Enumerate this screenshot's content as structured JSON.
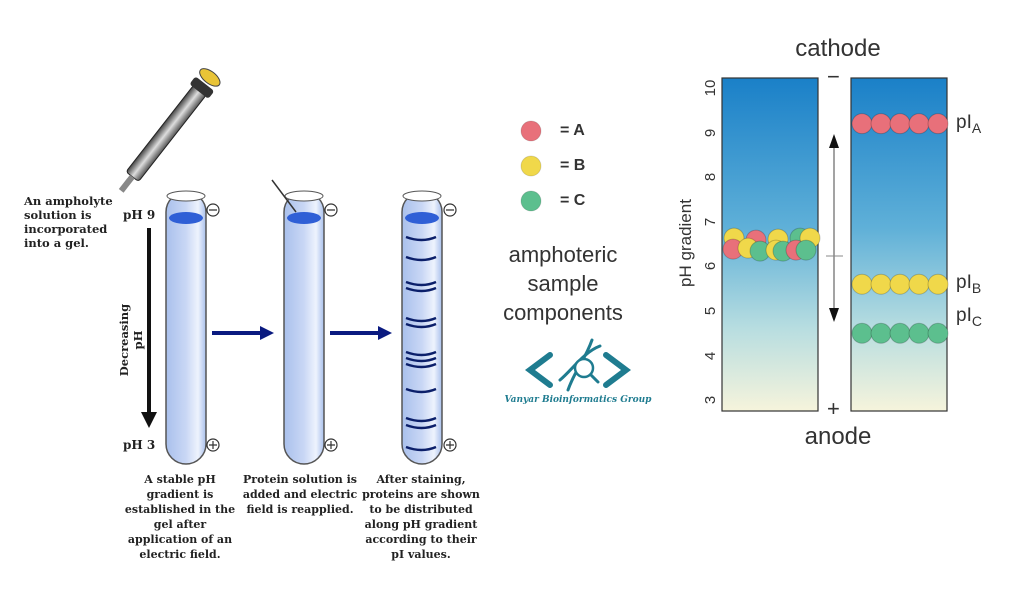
{
  "left_diagram": {
    "intro": "An ampholyte solution is incorporated into a gel.",
    "ph_top": "pH 9",
    "ph_bottom": "pH 3",
    "axis_label": "Decreasing pH",
    "captions": [
      "A stable pH gradient is established in the gel after application of an electric field.",
      "Protein solution is added and electric field is reapplied.",
      "After staining, proteins are shown to be distributed along pH gradient according to their pI values."
    ]
  },
  "legend": {
    "items": [
      {
        "label": "= A",
        "color": "#e8707a"
      },
      {
        "label": "= B",
        "color": "#f0d84a"
      },
      {
        "label": "= C",
        "color": "#5cbf8e"
      }
    ],
    "title_lines": [
      "amphoteric",
      "sample",
      "components"
    ],
    "logo_text": "Vanyar Bioinformatics Group"
  },
  "right_diagram": {
    "top_label": "cathode",
    "bottom_label": "anode",
    "minus": "−",
    "plus": "+",
    "axis_label": "pH gradient",
    "ticks": [
      "10",
      "9",
      "8",
      "7",
      "6",
      "5",
      "4",
      "3"
    ],
    "mixed_ph": 6.5,
    "bands": [
      {
        "name": "pI",
        "sub": "A",
        "ph": 9.2,
        "color": "#e8707a"
      },
      {
        "name": "pI",
        "sub": "B",
        "ph": 5.6,
        "color": "#f0d84a"
      },
      {
        "name": "pI",
        "sub": "C",
        "ph": 4.5,
        "color": "#5cbf8e"
      }
    ]
  }
}
